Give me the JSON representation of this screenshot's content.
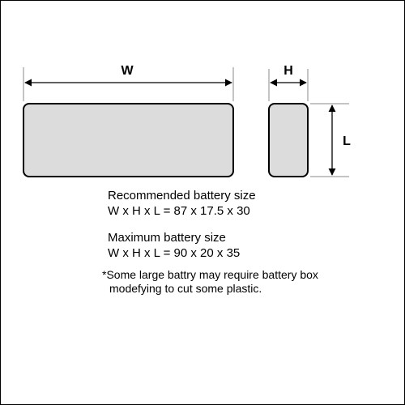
{
  "colors": {
    "battery_fill": "#dcdcdc",
    "outline": "#000000",
    "guide_line": "#888888"
  },
  "dimensions": {
    "width_label": "W",
    "height_label": "H",
    "length_label": "L"
  },
  "recommended": {
    "title": "Recommended battery size",
    "formula": "W x H x L = 87 x 17.5 x 30"
  },
  "maximum": {
    "title": "Maximum battery size",
    "formula": "W x H x L = 90 x 20 x 35"
  },
  "note": {
    "line1": "*Some large battry may require battery box",
    "line2": "modefying to cut some plastic."
  }
}
